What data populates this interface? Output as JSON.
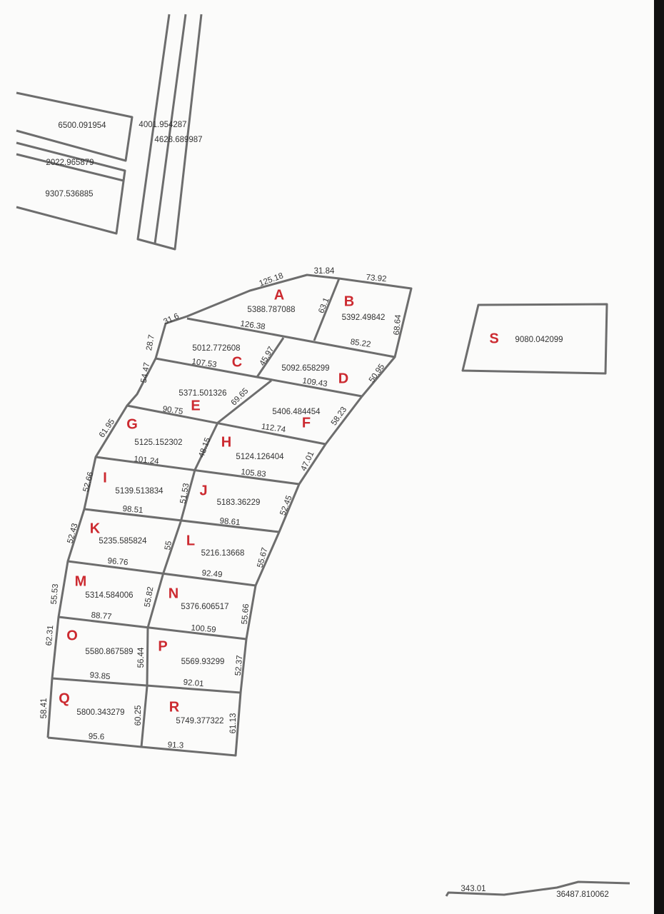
{
  "colors": {
    "parcel_label": "#cc2a30",
    "line": "#6d6d6d",
    "text": "#333333"
  },
  "top_parcels": [
    "6500.091954",
    "4001.954287",
    "4628.689987",
    "2022.965879",
    "9307.536885"
  ],
  "parcels": [
    {
      "id": "A",
      "area": "5388.787088"
    },
    {
      "id": "B",
      "area": "5392.49842"
    },
    {
      "id": "C",
      "area": "5012.772608"
    },
    {
      "id": "D",
      "area": "5092.658299"
    },
    {
      "id": "E",
      "area": "5371.501326"
    },
    {
      "id": "F",
      "area": "5406.484454"
    },
    {
      "id": "G",
      "area": "5125.152302"
    },
    {
      "id": "H",
      "area": "5124.126404"
    },
    {
      "id": "I",
      "area": "5139.513834"
    },
    {
      "id": "J",
      "area": "5183.36229"
    },
    {
      "id": "K",
      "area": "5235.585824"
    },
    {
      "id": "L",
      "area": "5216.13668"
    },
    {
      "id": "M",
      "area": "5314.584006"
    },
    {
      "id": "N",
      "area": "5376.606517"
    },
    {
      "id": "O",
      "area": "5580.867589"
    },
    {
      "id": "P",
      "area": "5569.93299"
    },
    {
      "id": "Q",
      "area": "5800.343279"
    },
    {
      "id": "R",
      "area": "5749.377322"
    },
    {
      "id": "S",
      "area": "9080.042099"
    }
  ],
  "edges": [
    "125.18",
    "31.84",
    "73.92",
    "31.6",
    "126.38",
    "63.1",
    "68.64",
    "85.22",
    "28.7",
    "54.47",
    "107.53",
    "45.97",
    "109.43",
    "50.95",
    "90.75",
    "69.65",
    "112.74",
    "58.23",
    "61.95",
    "101.24",
    "48.15",
    "105.83",
    "47.01",
    "52.66",
    "51.53",
    "98.51",
    "98.61",
    "52.45",
    "52.43",
    "55",
    "96.76",
    "92.49",
    "55.67",
    "55.53",
    "55.82",
    "88.77",
    "100.59",
    "55.66",
    "62.31",
    "56.44",
    "93.85",
    "92.01",
    "52.37",
    "58.41",
    "60.25",
    "95.6",
    "91.3",
    "61.13"
  ],
  "bottom": {
    "length": "343.01",
    "area": "36487.810062"
  }
}
